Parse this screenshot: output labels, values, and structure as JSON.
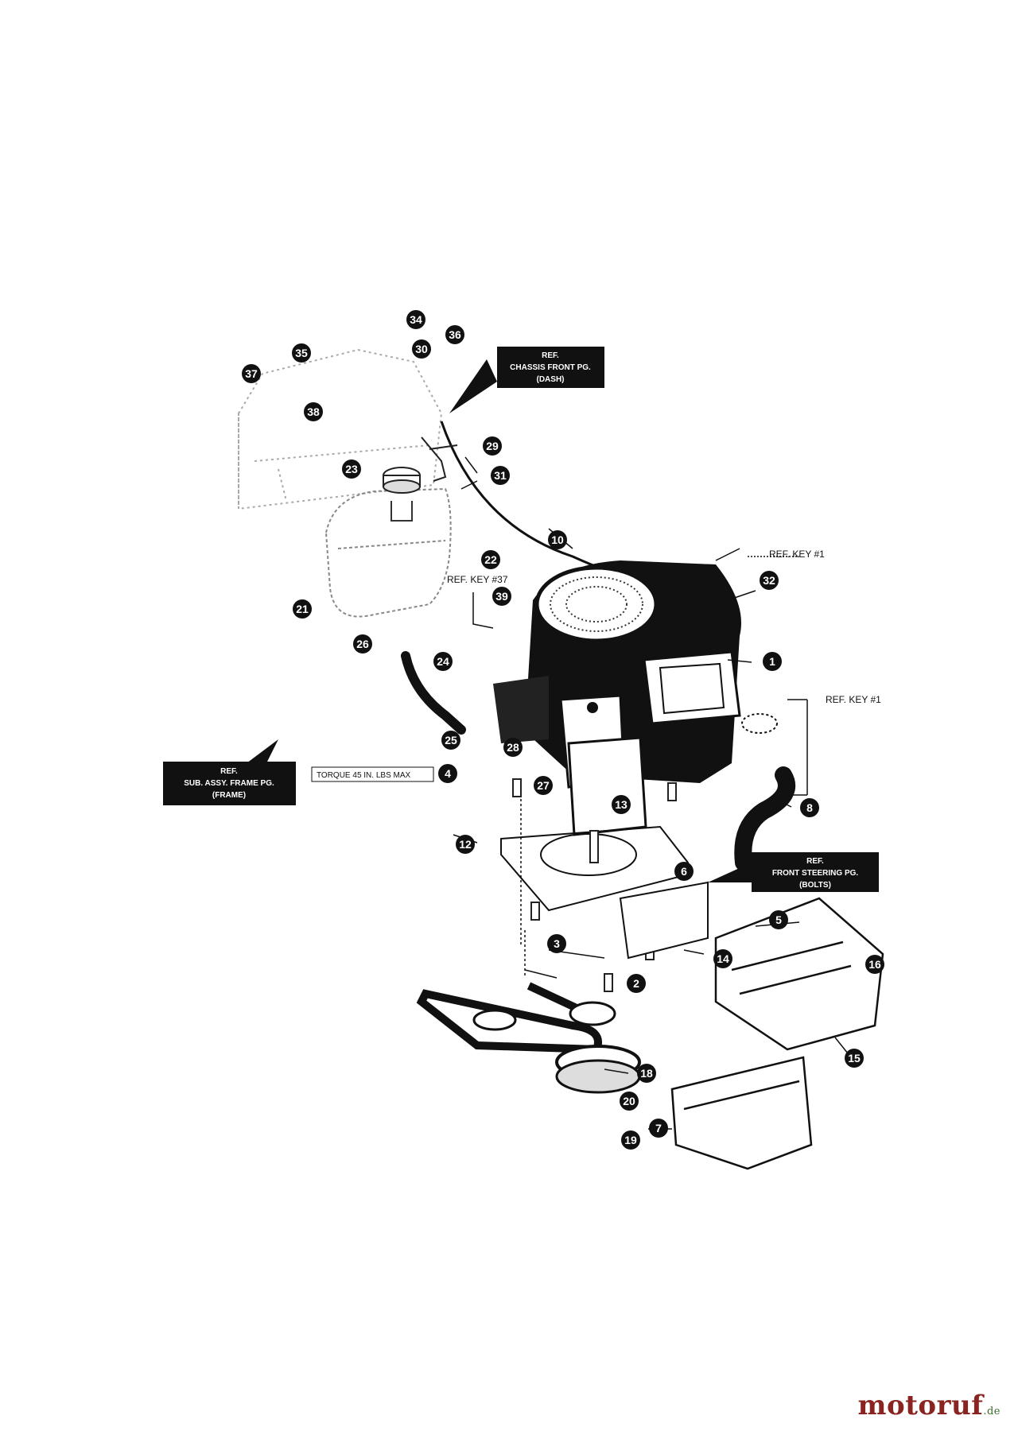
{
  "brand": {
    "name": "motoruf",
    "suffix": ".de"
  },
  "ref_boxes": {
    "chassis": [
      "REF.",
      "CHASSIS FRONT PG.",
      "(DASH)"
    ],
    "steering": [
      "REF.",
      "FRONT STEERING PG.",
      "(BOLTS)"
    ],
    "frame": [
      "REF.",
      "SUB. ASSY. FRAME PG.",
      "(FRAME)"
    ]
  },
  "ref_labels": {
    "key1_top": "REF. KEY #1",
    "key1_side": "REF. KEY #1",
    "key37": "REF. KEY #37"
  },
  "torque": "TORQUE 45 IN. LBS MAX",
  "callouts": {
    "c1": "1",
    "c2": "2",
    "c3": "3",
    "c4": "4",
    "c5": "5",
    "c6": "6",
    "c7": "7",
    "c8": "8",
    "c10": "10",
    "c12": "12",
    "c13": "13",
    "c14": "14",
    "c15": "15",
    "c16": "16",
    "c18": "18",
    "c19": "19",
    "c20": "20",
    "c21": "21",
    "c22": "22",
    "c23": "23",
    "c24": "24",
    "c25": "25",
    "c26": "26",
    "c27": "27",
    "c28": "28",
    "c29": "29",
    "c30": "30",
    "c31": "31",
    "c32": "32",
    "c34": "34",
    "c35": "35",
    "c36": "36",
    "c37": "37",
    "c38": "38",
    "c39": "39"
  }
}
